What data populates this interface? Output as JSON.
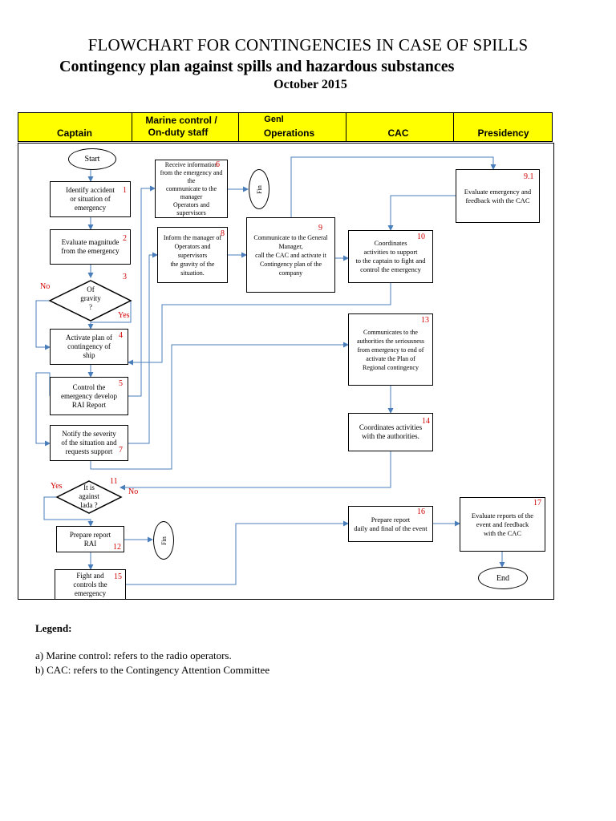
{
  "header": {
    "title": "FLOWCHART FOR CONTINGENCIES IN CASE OF SPILLS",
    "subtitle": "Contingency plan against spills and hazardous substances",
    "date": "October 2015"
  },
  "lanes": {
    "captain": "Captain",
    "marine_line1": "Marine control /",
    "marine_line2": "On-duty staff",
    "general_prefix": "Genl",
    "operations": "Operations",
    "cac": "CAC",
    "presidency": "Presidency"
  },
  "nodes": {
    "start": "Start",
    "end": "End",
    "fin": "Fin",
    "n1": "Identify accident\nor situation of\nemergency",
    "n2": "Evaluate magnitude\nfrom the emergency",
    "n3": "Of\ngravity\n?",
    "n4": "Activate plan of\ncontingency of\nship",
    "n5": "Control the\nemergency develop\nRAI Report",
    "n6": "Receive information\nfrom the emergency and the\ncommunicate to the manager\nOperators and supervisors",
    "n7": "Notify the severity\nof the situation and\nrequests support",
    "n8": "Inform the manager of\nOperators and supervisors\nthe gravity of the\nsituation.",
    "n9": "Communicate to the General Manager,\ncall the CAC and activate it\nContingency plan of the\ncompany",
    "n9_1": "Evaluate emergency and\nfeedback with the CAC",
    "n10": "Coordinates\nactivities to support\nto the captain to fight and\ncontrol the emergency",
    "n11": "It is\nagainst\nlada ?",
    "n12": "Prepare report\nRAI",
    "n13": "Communicates to the\nauthorities the seriousness\nfrom emergency to end of\nactivate the Plan of\nRegional contingency",
    "n14": "Coordinates activities\nwith the authorities.",
    "n15": "Fight and\ncontrols the\nemergency",
    "n16": "Prepare report\ndaily and final of the event",
    "n17": "Evaluate reports of the\nevent and feedback\nwith the CAC"
  },
  "numbers": {
    "n1": "1",
    "n2": "2",
    "n3": "3",
    "n4": "4",
    "n5": "5",
    "n6": "6",
    "n7": "7",
    "n8": "8",
    "n9": "9",
    "n9_1": "9.1",
    "n10": "10",
    "n11": "11",
    "n12": "12",
    "n13": "13",
    "n14": "14",
    "n15": "15",
    "n16": "16",
    "n17": "17"
  },
  "labels": {
    "no": "No",
    "yes": "Yes"
  },
  "legend": {
    "title": "Legend:",
    "a": "a) Marine control: refers to the radio operators.",
    "b": "b) CAC: refers to the Contingency Attention Committee"
  },
  "colors": {
    "header_bg": "#ffff00",
    "connector": "#4a7ebb",
    "step_number": "#d00000"
  }
}
